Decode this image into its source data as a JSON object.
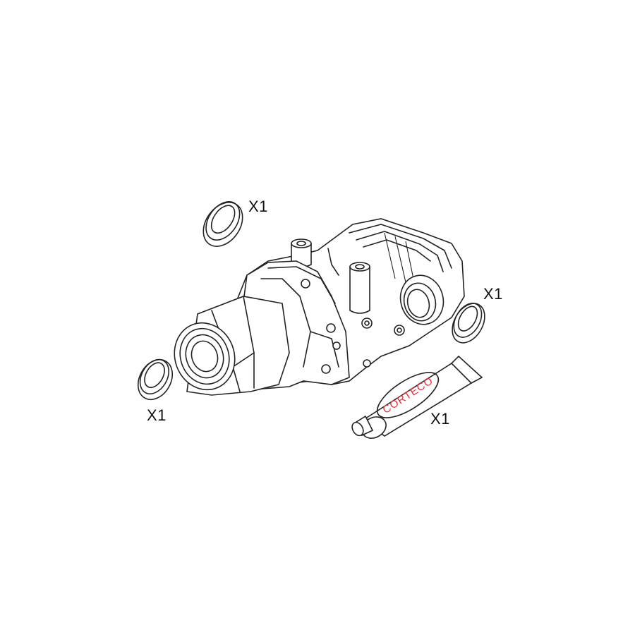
{
  "parts": [
    {
      "id": "seal-top",
      "quantity": "X1"
    },
    {
      "id": "seal-right",
      "quantity": "X1"
    },
    {
      "id": "seal-left",
      "quantity": "X1"
    },
    {
      "id": "sealant-tube",
      "quantity": "X1",
      "brand": "CORTECO"
    }
  ],
  "colors": {
    "line": "#222222",
    "brand_text": "#e0303a",
    "background": "#ffffff"
  }
}
